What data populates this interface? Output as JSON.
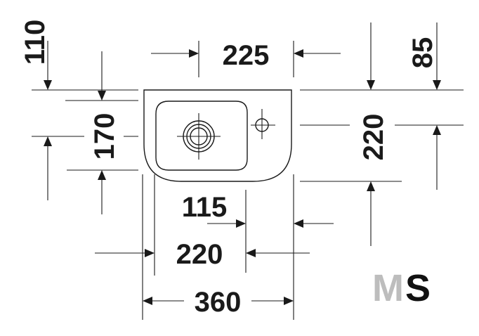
{
  "dimensions": {
    "d110": "110",
    "d225": "225",
    "d85": "85",
    "d170": "170",
    "d220_right": "220",
    "d115": "115",
    "d220_bottom": "220",
    "d360": "360"
  },
  "logo": {
    "m": "M",
    "s": "S",
    "m_color": "#bdbdbd",
    "s_color": "#111111"
  }
}
